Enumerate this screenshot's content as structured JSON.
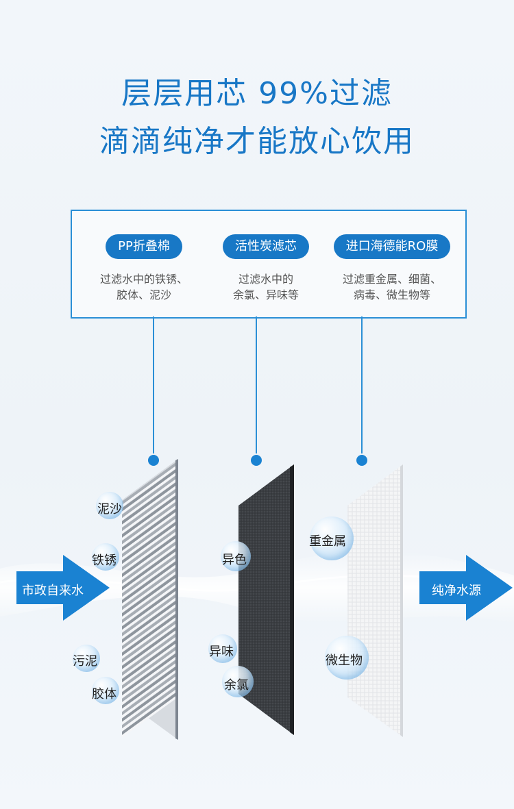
{
  "headline": {
    "line1": "层层用芯 99%过滤",
    "line2": "滴滴纯净才能放心饮用"
  },
  "filters": [
    {
      "name": "PP折叠棉",
      "desc1": "过滤水中的铁锈、",
      "desc2": "胶体、泥沙"
    },
    {
      "name": "活性炭滤芯",
      "desc1": "过滤水中的",
      "desc2": "余氯、异味等"
    },
    {
      "name": "进口海德能RO膜",
      "desc1": "过滤重金属、细菌、",
      "desc2": "病毒、微生物等"
    }
  ],
  "flow": {
    "input": "市政自来水",
    "output": "纯净水源"
  },
  "impurities": {
    "pp": [
      "泥沙",
      "铁锈",
      "污泥",
      "胶体"
    ],
    "carbon": [
      "异色",
      "异味",
      "余氯"
    ],
    "ro": [
      "重金属",
      "微生物"
    ]
  },
  "colors": {
    "accent": "#1878c6",
    "title": "#1877c6",
    "line": "#2a8fd6"
  }
}
